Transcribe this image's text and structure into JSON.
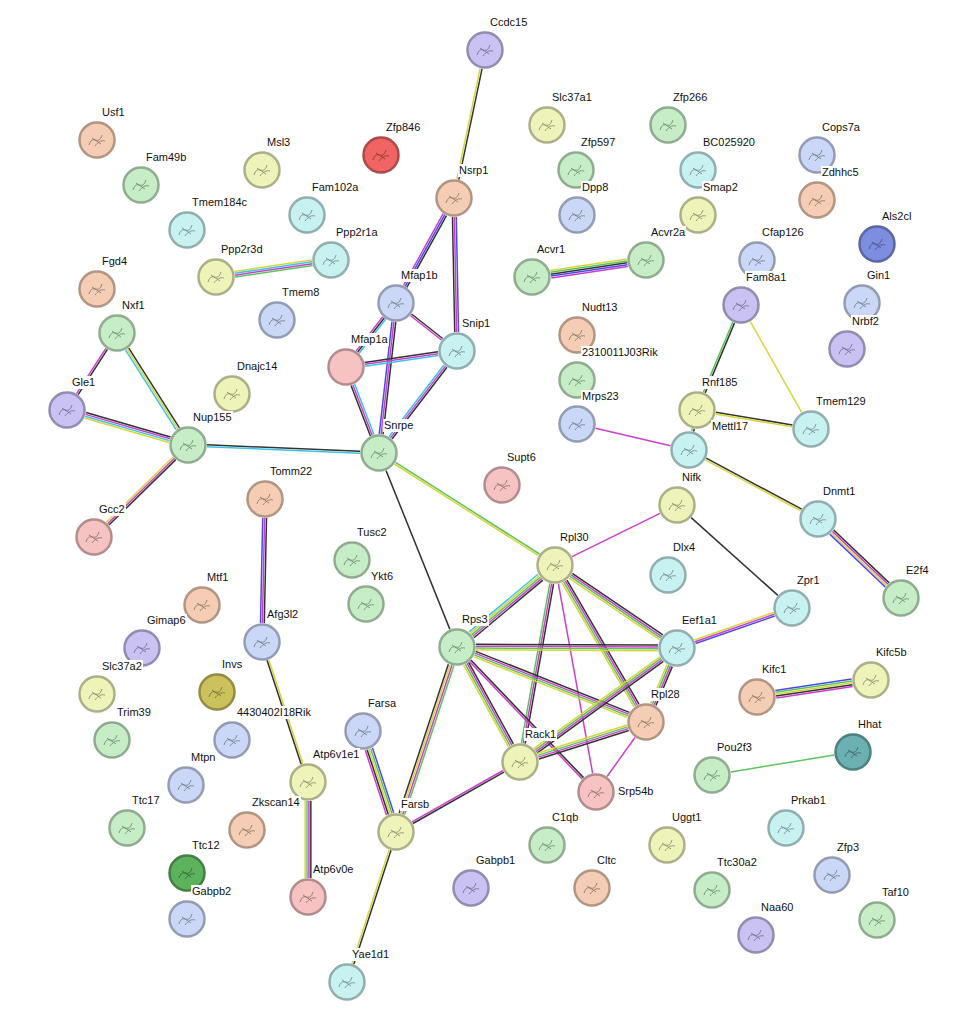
{
  "diagram": {
    "nodes": [
      {
        "text": [
          "Ccdc15"
        ]
      },
      {
        "text": [
          "Usf1"
        ]
      },
      {
        "text": [
          "Fam49b"
        ]
      },
      {
        "text": [
          "Msl3"
        ]
      },
      {
        "text": [
          "Zfp846"
        ]
      },
      {
        "text": [
          "Nsrp1"
        ]
      },
      {
        "text": [
          "Slc37a1"
        ]
      },
      {
        "text": [
          "Zfp266"
        ]
      },
      {
        "text": [
          "Zfp597"
        ]
      },
      {
        "text": [
          "BC025920"
        ]
      },
      {
        "text": [
          "Cops7a"
        ]
      },
      {
        "text": [
          "Zdhhc5"
        ]
      },
      {
        "text": [
          "Dpp8"
        ]
      },
      {
        "text": [
          "Smap2"
        ]
      },
      {
        "text": [
          "Fam102a"
        ]
      },
      {
        "text": [
          "Tmem184c"
        ]
      },
      {
        "text": [
          "Ppp2r3d"
        ]
      },
      {
        "text": [
          "Ppp2r1a"
        ]
      },
      {
        "text": [
          "Fgd4"
        ]
      },
      {
        "text": [
          "Als2cl"
        ]
      },
      {
        "text": [
          "Cfap126"
        ]
      },
      {
        "text": [
          "Acvr1"
        ]
      },
      {
        "text": [
          "Acvr2a"
        ]
      },
      {
        "text": [
          "Gin1"
        ]
      },
      {
        "text": [
          "Mfap1b"
        ]
      },
      {
        "text": [
          "Fam8a1"
        ]
      },
      {
        "text": [
          "Tmem8"
        ]
      },
      {
        "text": [
          "Nxf1"
        ]
      },
      {
        "text": [
          "Nudt13"
        ]
      },
      {
        "text": [
          "Nrbf2"
        ]
      },
      {
        "text": [
          "Snip1"
        ]
      },
      {
        "text": [
          "Mfap1a"
        ]
      },
      {
        "text": [
          "2310011J03Rik"
        ]
      },
      {
        "text": [
          "Gle1"
        ]
      },
      {
        "text": [
          "Dnajc14"
        ]
      },
      {
        "text": [
          "Rnf185"
        ]
      },
      {
        "text": [
          "Mrps23"
        ]
      },
      {
        "text": [
          "Tmem129"
        ]
      },
      {
        "text": [
          "Mettl17"
        ]
      },
      {
        "text": [
          "Nup155"
        ]
      },
      {
        "text": [
          "Snrpe"
        ]
      },
      {
        "text": [
          "Supt6"
        ]
      },
      {
        "text": [
          "Nifk"
        ]
      },
      {
        "text": [
          "Tomm22"
        ]
      },
      {
        "text": [
          "Dnmt1"
        ]
      },
      {
        "text": [
          "Gcc2"
        ]
      },
      {
        "text": [
          "Tusc2"
        ]
      },
      {
        "text": [
          "Rpl30"
        ]
      },
      {
        "text": [
          "Ykt6"
        ]
      },
      {
        "text": [
          "Dlx4"
        ]
      },
      {
        "text": [
          "E2f4"
        ]
      },
      {
        "text": [
          "Zpr1"
        ]
      },
      {
        "text": [
          "Mtf1"
        ]
      },
      {
        "text": [
          "Afg3l2"
        ]
      },
      {
        "text": [
          "Eef1a1"
        ]
      },
      {
        "text": [
          "Rps3"
        ]
      },
      {
        "text": [
          "Gimap6"
        ]
      },
      {
        "text": [
          "Kifc5b"
        ]
      },
      {
        "text": [
          "Invs"
        ]
      },
      {
        "text": [
          "Slc37a2"
        ]
      },
      {
        "text": [
          "Kifc1"
        ]
      },
      {
        "text": [
          "Rpl28"
        ]
      },
      {
        "text": [
          "Farsa"
        ]
      },
      {
        "text": [
          "Hhat"
        ]
      },
      {
        "text": [
          "4430402I18Rik"
        ]
      },
      {
        "text": [
          "Trim39"
        ]
      },
      {
        "text": [
          "Rack1"
        ]
      },
      {
        "text": [
          "Pou2f3"
        ]
      },
      {
        "text": [
          "Atp6v1e1"
        ]
      },
      {
        "text": [
          "Mtpn"
        ]
      },
      {
        "text": [
          "Srp54b"
        ]
      },
      {
        "text": [
          "Ttc17"
        ]
      },
      {
        "text": [
          "Zkscan14"
        ]
      },
      {
        "text": [
          "Farsb"
        ]
      },
      {
        "text": [
          "Prkab1"
        ]
      },
      {
        "text": [
          "C1qb"
        ]
      },
      {
        "text": [
          "Uggt1"
        ]
      },
      {
        "text": [
          "Ttc12"
        ]
      },
      {
        "text": [
          "Zfp3"
        ]
      },
      {
        "text": [
          "Gabpb2"
        ]
      },
      {
        "text": [
          "Gabpb1"
        ]
      },
      {
        "text": [
          "Cltc"
        ]
      },
      {
        "text": [
          "Ttc30a2"
        ]
      },
      {
        "text": [
          "Atp6v0e"
        ]
      },
      {
        "text": [
          "Taf10"
        ]
      },
      {
        "text": [
          "Naa60"
        ]
      },
      {
        "text": [
          "Yae1d1"
        ]
      }
    ],
    "edges": [
      {
        "from": 0,
        "to": 5,
        "arrow": "none"
      },
      {
        "from": 5,
        "to": 24,
        "arrow": "none"
      },
      {
        "from": 5,
        "to": 30,
        "arrow": "none"
      },
      {
        "from": 24,
        "to": 30,
        "arrow": "none"
      },
      {
        "from": 24,
        "to": 31,
        "arrow": "none"
      },
      {
        "from": 24,
        "to": 40,
        "arrow": "none"
      },
      {
        "from": 31,
        "to": 30,
        "arrow": "none"
      },
      {
        "from": 31,
        "to": 40,
        "arrow": "none"
      },
      {
        "from": 30,
        "to": 40,
        "arrow": "none"
      },
      {
        "from": 27,
        "to": 33,
        "arrow": "none"
      },
      {
        "from": 27,
        "to": 39,
        "arrow": "none"
      },
      {
        "from": 33,
        "to": 39,
        "arrow": "none"
      },
      {
        "from": 39,
        "to": 45,
        "arrow": "none"
      },
      {
        "from": 39,
        "to": 40,
        "arrow": "none"
      },
      {
        "from": 16,
        "to": 17,
        "arrow": "none"
      },
      {
        "from": 21,
        "to": 22,
        "arrow": "none"
      },
      {
        "from": 25,
        "to": 35,
        "arrow": "none"
      },
      {
        "from": 25,
        "to": 37,
        "arrow": "none"
      },
      {
        "from": 35,
        "to": 37,
        "arrow": "none"
      },
      {
        "from": 35,
        "to": 38,
        "arrow": "none"
      },
      {
        "from": 36,
        "to": 38,
        "arrow": "none"
      },
      {
        "from": 38,
        "to": 44,
        "arrow": "none"
      },
      {
        "from": 44,
        "to": 50,
        "arrow": "none"
      },
      {
        "from": 40,
        "to": 55,
        "arrow": "none"
      },
      {
        "from": 40,
        "to": 47,
        "arrow": "none"
      },
      {
        "from": 42,
        "to": 47,
        "arrow": "none"
      },
      {
        "from": 42,
        "to": 51,
        "arrow": "none"
      },
      {
        "from": 51,
        "to": 54,
        "arrow": "none"
      },
      {
        "from": 43,
        "to": 53,
        "arrow": "none"
      },
      {
        "from": 53,
        "to": 68,
        "arrow": "none"
      },
      {
        "from": 68,
        "to": 83,
        "arrow": "none"
      },
      {
        "from": 47,
        "to": 55,
        "arrow": "none"
      },
      {
        "from": 47,
        "to": 54,
        "arrow": "none"
      },
      {
        "from": 47,
        "to": 61,
        "arrow": "none"
      },
      {
        "from": 47,
        "to": 66,
        "arrow": "none"
      },
      {
        "from": 47,
        "to": 70,
        "arrow": "none"
      },
      {
        "from": 55,
        "to": 54,
        "arrow": "none"
      },
      {
        "from": 55,
        "to": 61,
        "arrow": "none"
      },
      {
        "from": 55,
        "to": 66,
        "arrow": "none"
      },
      {
        "from": 55,
        "to": 70,
        "arrow": "none"
      },
      {
        "from": 55,
        "to": 73,
        "arrow": "none"
      },
      {
        "from": 62,
        "to": 73,
        "arrow": "none"
      },
      {
        "from": 73,
        "to": 66,
        "arrow": "none"
      },
      {
        "from": 73,
        "to": 86,
        "arrow": "none"
      },
      {
        "from": 54,
        "to": 61,
        "arrow": "none"
      },
      {
        "from": 54,
        "to": 66,
        "arrow": "none"
      },
      {
        "from": 61,
        "to": 66,
        "arrow": "none"
      },
      {
        "from": 61,
        "to": 70,
        "arrow": "none"
      },
      {
        "from": 60,
        "to": 57,
        "arrow": "none"
      },
      {
        "from": 67,
        "to": 63,
        "arrow": "none"
      }
    ]
  }
}
